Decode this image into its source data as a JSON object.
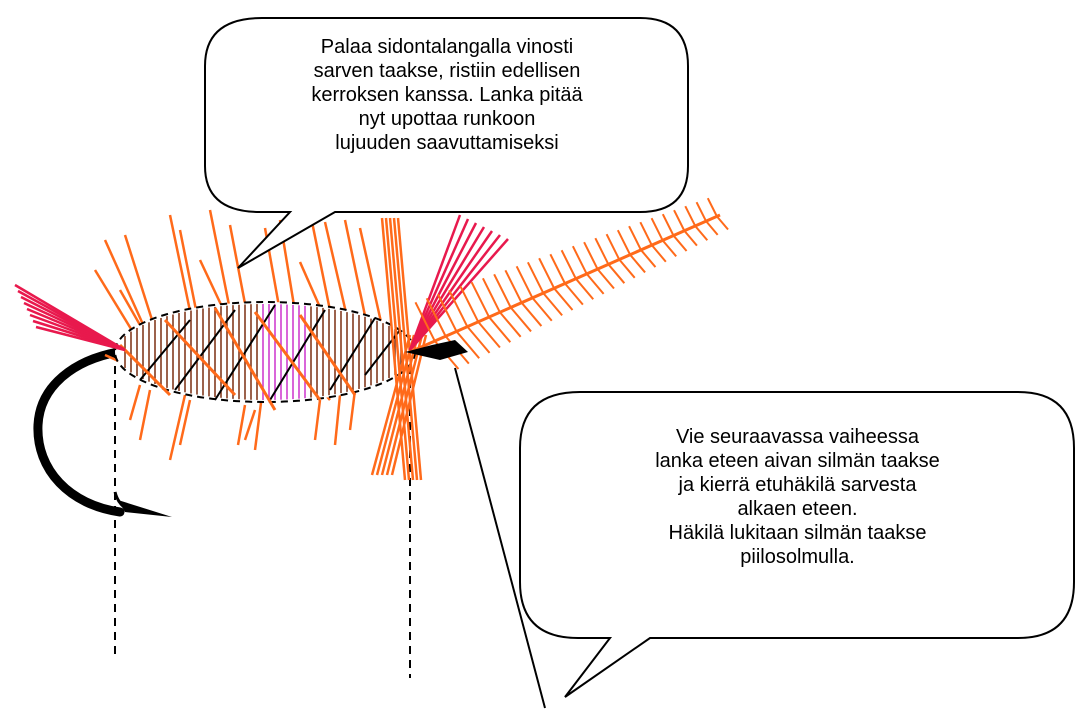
{
  "callouts": {
    "top": {
      "lines": [
        "Palaa sidontalangalla vinosti",
        "sarven taakse, ristiin  edellisen",
        "kerroksen kanssa. Lanka pitää",
        "nyt upottaa runkoon",
        "lujuuden saavuttamiseksi"
      ]
    },
    "right": {
      "lines": [
        "Vie seuraavassa vaiheessa",
        "lanka eteen aivan silmän taakse",
        "ja kierrä etuhäkilä sarvesta",
        "alkaen eteen.",
        "Häkilä lukitaan silmän taakse",
        "piilosolmulla."
      ]
    }
  },
  "colors": {
    "hackle": "#ff6a1a",
    "tail": "#e8194d",
    "body_rib": "#7a2e10",
    "body_center": "#cc33cc",
    "thread": "#000000",
    "hook": "#000000"
  }
}
